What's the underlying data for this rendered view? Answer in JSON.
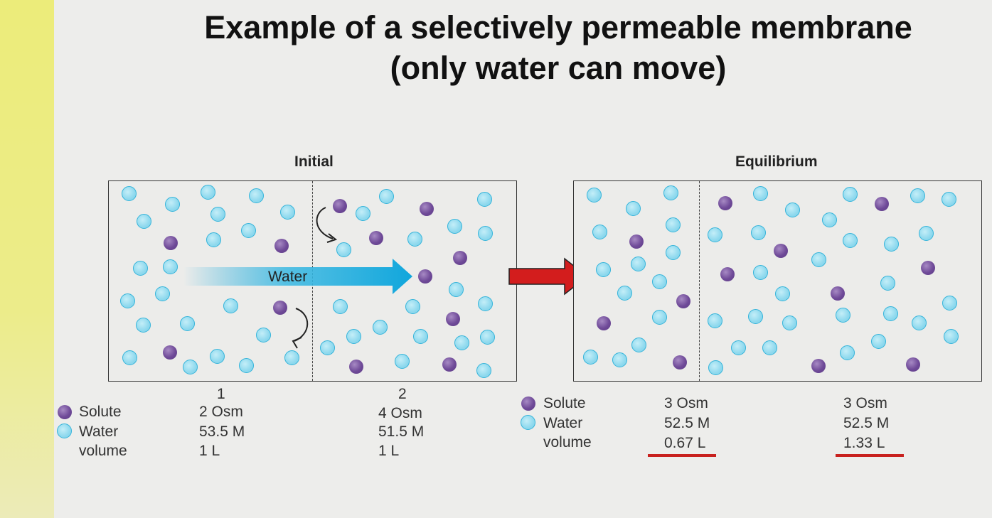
{
  "title": {
    "line1": "Example of a selectively permeable membrane",
    "line2": "(only water can move)"
  },
  "initial": {
    "label": "Initial",
    "arrow_label": "Water",
    "compartments": [
      {
        "number": "1",
        "osm": "2 Osm",
        "water": "53.5 M",
        "volume": "1 L"
      },
      {
        "number": "2",
        "osm": "4 Osm",
        "water": "51.5 M",
        "volume": "1 L"
      }
    ],
    "legend": {
      "solute": "Solute",
      "water": "Water",
      "volume": "volume"
    }
  },
  "equilibrium": {
    "label": "Equilibrium",
    "compartments": [
      {
        "osm": "3 Osm",
        "water": "52.5 M",
        "volume": "0.67 L"
      },
      {
        "osm": "3 Osm",
        "water": "52.5 M",
        "volume": "1.33 L"
      }
    ],
    "legend": {
      "solute": "Solute",
      "water": "Water",
      "volume": "volume"
    }
  },
  "colors": {
    "water": "#8fd9ee",
    "solute": "#6f4a98",
    "arrow": "#d31d1d",
    "water_arrow": "#1aa9dc",
    "underline": "#c8211e",
    "sidebar": "#ecec7a"
  }
}
